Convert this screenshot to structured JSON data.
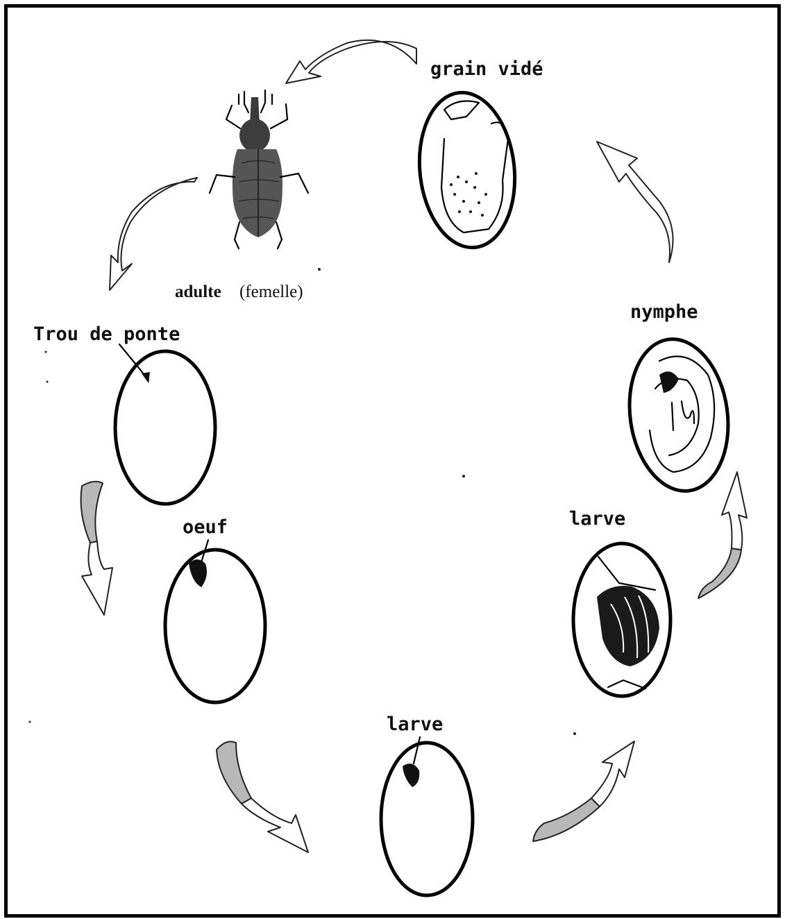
{
  "diagram": {
    "labels": {
      "grain_vide": "grain vidé",
      "adulte_main": "adulte",
      "adulte_note": "(femelle)",
      "trou_de_ponte": "Trou de ponte",
      "oeuf": "oeuf",
      "larve_bottom": "larve",
      "larve_right": "larve",
      "nymphe": "nymphe"
    },
    "colors": {
      "ink": "#000000",
      "arrow_white": "#ffffff",
      "arrow_gray": "#b8b8b8",
      "beetle": "#4a4a4a"
    },
    "icons": [
      "beetle-adult-icon",
      "grain-icon",
      "cycle-arrow-icon"
    ]
  }
}
